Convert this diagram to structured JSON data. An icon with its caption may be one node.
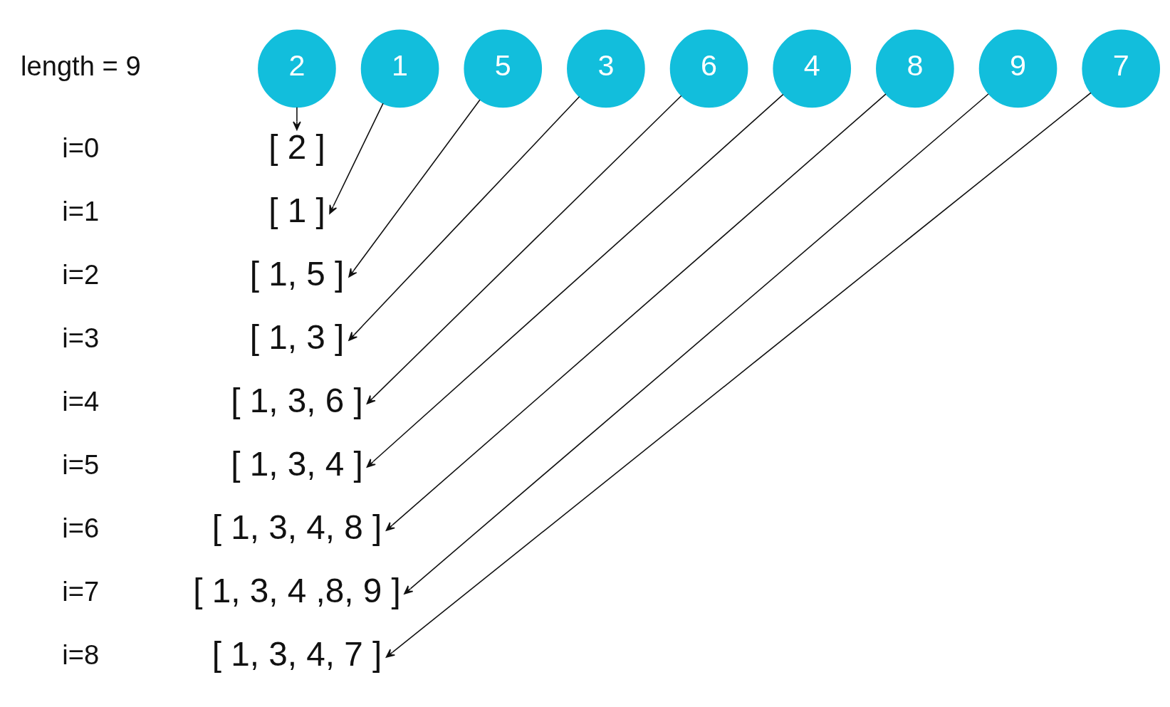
{
  "diagram": {
    "nodes": [
      {
        "text": [
          "2"
        ]
      },
      {
        "text": [
          "1"
        ]
      },
      {
        "text": [
          "5"
        ]
      },
      {
        "text": [
          "3"
        ]
      },
      {
        "text": [
          "6"
        ]
      },
      {
        "text": [
          "4"
        ]
      },
      {
        "text": [
          "8"
        ]
      },
      {
        "text": [
          "9"
        ]
      },
      {
        "text": [
          "7"
        ]
      },
      {
        "text": [
          "[ 2 ]"
        ]
      },
      {
        "text": [
          "[ 1 ]"
        ]
      },
      {
        "text": [
          "[ 1, 5 ]"
        ]
      },
      {
        "text": [
          "[ 1, 3 ]"
        ]
      },
      {
        "text": [
          "[ 1, 3, 6 ]"
        ]
      },
      {
        "text": [
          "[ 1, 3, 4 ]"
        ]
      },
      {
        "text": [
          "[ 1, 3, 4, 8 ]"
        ]
      },
      {
        "text": [
          "[ 1, 3, 4 ,8, 9 ]"
        ]
      },
      {
        "text": [
          "[ 1, 3, 4, 7 ]"
        ]
      }
    ],
    "edges": [
      {
        "from": 0,
        "to": 9,
        "arrow": "to"
      },
      {
        "from": 1,
        "to": 10,
        "arrow": "to"
      },
      {
        "from": 2,
        "to": 11,
        "arrow": "to"
      },
      {
        "from": 3,
        "to": 12,
        "arrow": "to"
      },
      {
        "from": 4,
        "to": 13,
        "arrow": "to"
      },
      {
        "from": 5,
        "to": 14,
        "arrow": "to"
      },
      {
        "from": 6,
        "to": 15,
        "arrow": "to"
      },
      {
        "from": 7,
        "to": 16,
        "arrow": "to"
      },
      {
        "from": 8,
        "to": 17,
        "arrow": "to"
      }
    ],
    "labels": [
      "length = 9",
      "i=0",
      "i=1",
      "i=2",
      "i=3",
      "i=4",
      "i=5",
      "i=6",
      "i=7",
      "i=8"
    ]
  }
}
